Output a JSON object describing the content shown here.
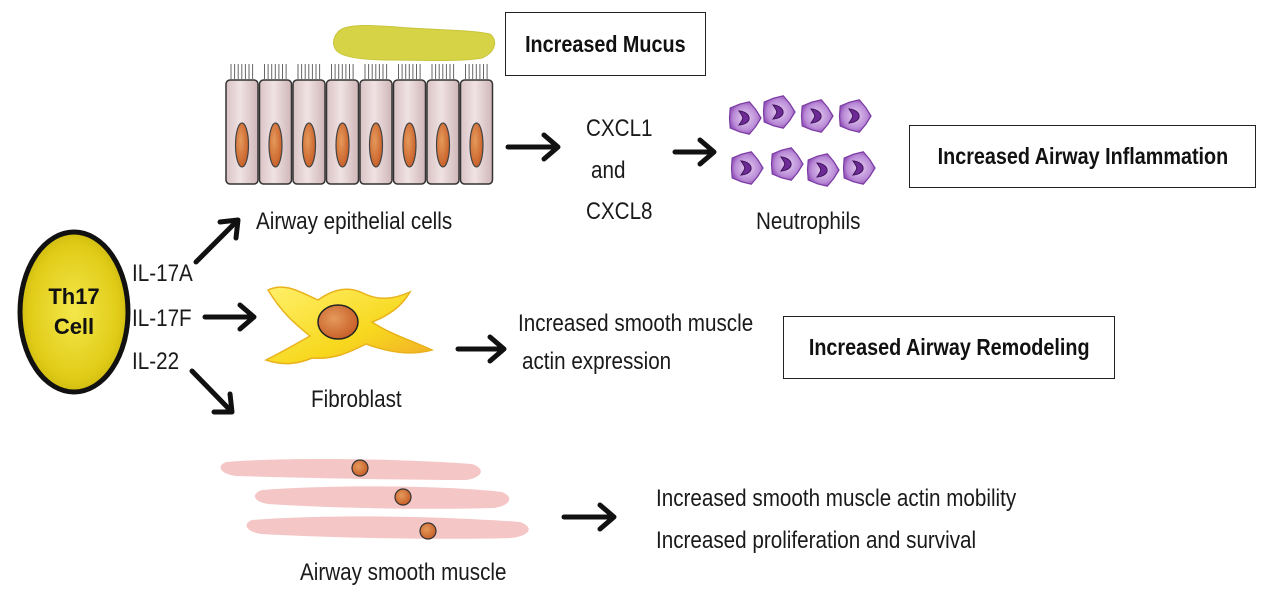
{
  "th17_cell": {
    "line1": "Th17",
    "line2": "Cell"
  },
  "cytokines": [
    "IL-17A",
    "IL-17F",
    "IL-22"
  ],
  "cells": {
    "epithelial": "Airway epithelial cells",
    "neutrophils": "Neutrophils",
    "fibroblast": "Fibroblast",
    "smooth_muscle": "Airway smooth muscle"
  },
  "chemokines": {
    "line1": "CXCL1",
    "line2": "and",
    "line3": "CXCL8"
  },
  "effects": {
    "actin_expression_line1": "Increased smooth muscle",
    "actin_expression_line2": "actin expression",
    "actin_mobility": "Increased smooth muscle actin mobility",
    "proliferation": "Increased proliferation and survival"
  },
  "outcomes": {
    "mucus": "Increased Mucus",
    "inflammation": "Increased Airway Inflammation",
    "remodeling": "Increased Airway Remodeling"
  },
  "colors": {
    "th17_fill": "#e3d21b",
    "epithelial_fill": "#ead6d8",
    "nucleus": "#d2743c",
    "mucus": "#d8d84a",
    "neutrophil": "#9c52c0",
    "fibroblast": "#f7dc2a",
    "smooth_muscle": "#f6c9c9"
  }
}
